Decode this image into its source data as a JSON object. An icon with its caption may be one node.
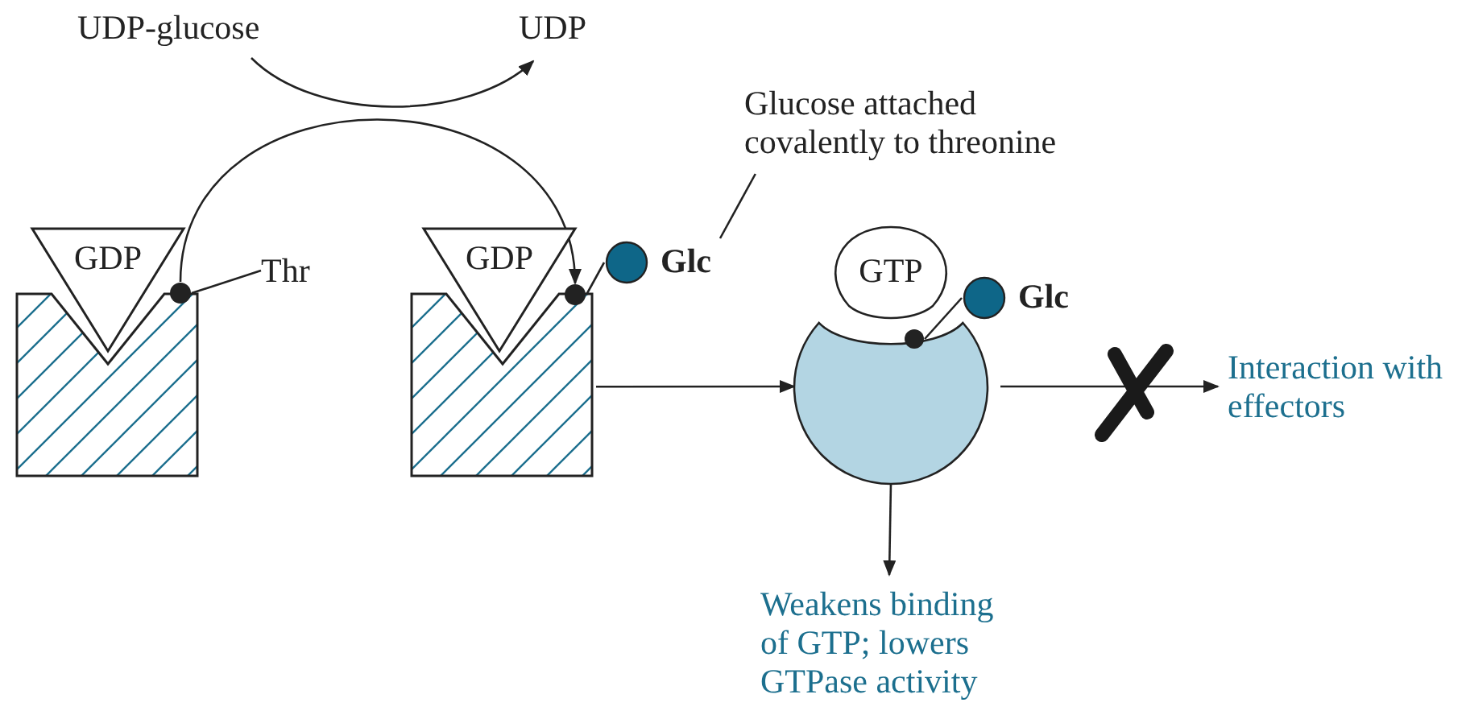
{
  "diagram": {
    "nodes": [
      {
        "text": [
          "UDP-glucose"
        ]
      },
      {
        "text": [
          "UDP"
        ]
      },
      {
        "text": [],
        "shape": "box"
      },
      {
        "text": [
          "GDP"
        ]
      },
      {
        "text": [],
        "shape": "circle"
      },
      {
        "text": [
          "Thr"
        ]
      },
      {
        "text": [
          "Glucose attached covalently to threonine"
        ]
      },
      {
        "text": [],
        "shape": "box"
      },
      {
        "text": [
          "GDP"
        ]
      },
      {
        "text": [],
        "shape": "circle"
      },
      {
        "text": [
          "Glc"
        ]
      },
      {
        "text": [],
        "shape": "circle"
      },
      {
        "text": [
          "GTP"
        ]
      },
      {
        "text": [],
        "shape": "circle",
        "in": 11
      },
      {
        "text": [
          "Glc"
        ]
      },
      {
        "text": [
          "Interaction with effectors"
        ]
      },
      {
        "text": [
          "Weakens binding of GTP; lowers GTPase activity"
        ]
      }
    ],
    "edges": [
      {
        "from": 0,
        "to": 1,
        "arrow": "to"
      },
      {
        "from": 4,
        "to": 9,
        "arrow": "to"
      },
      {
        "from": 5,
        "to": 4,
        "arrow": "none"
      },
      {
        "from": 6,
        "to": 10,
        "arrow": "none"
      },
      {
        "from": 9,
        "to": 10,
        "arrow": "none"
      },
      {
        "from": 7,
        "to": 11,
        "arrow": "to"
      },
      {
        "from": 11,
        "to": 15,
        "arrow": "to"
      },
      {
        "from": 11,
        "to": 16,
        "arrow": "to"
      },
      {
        "from": 13,
        "to": 14,
        "arrow": "none"
      }
    ]
  }
}
